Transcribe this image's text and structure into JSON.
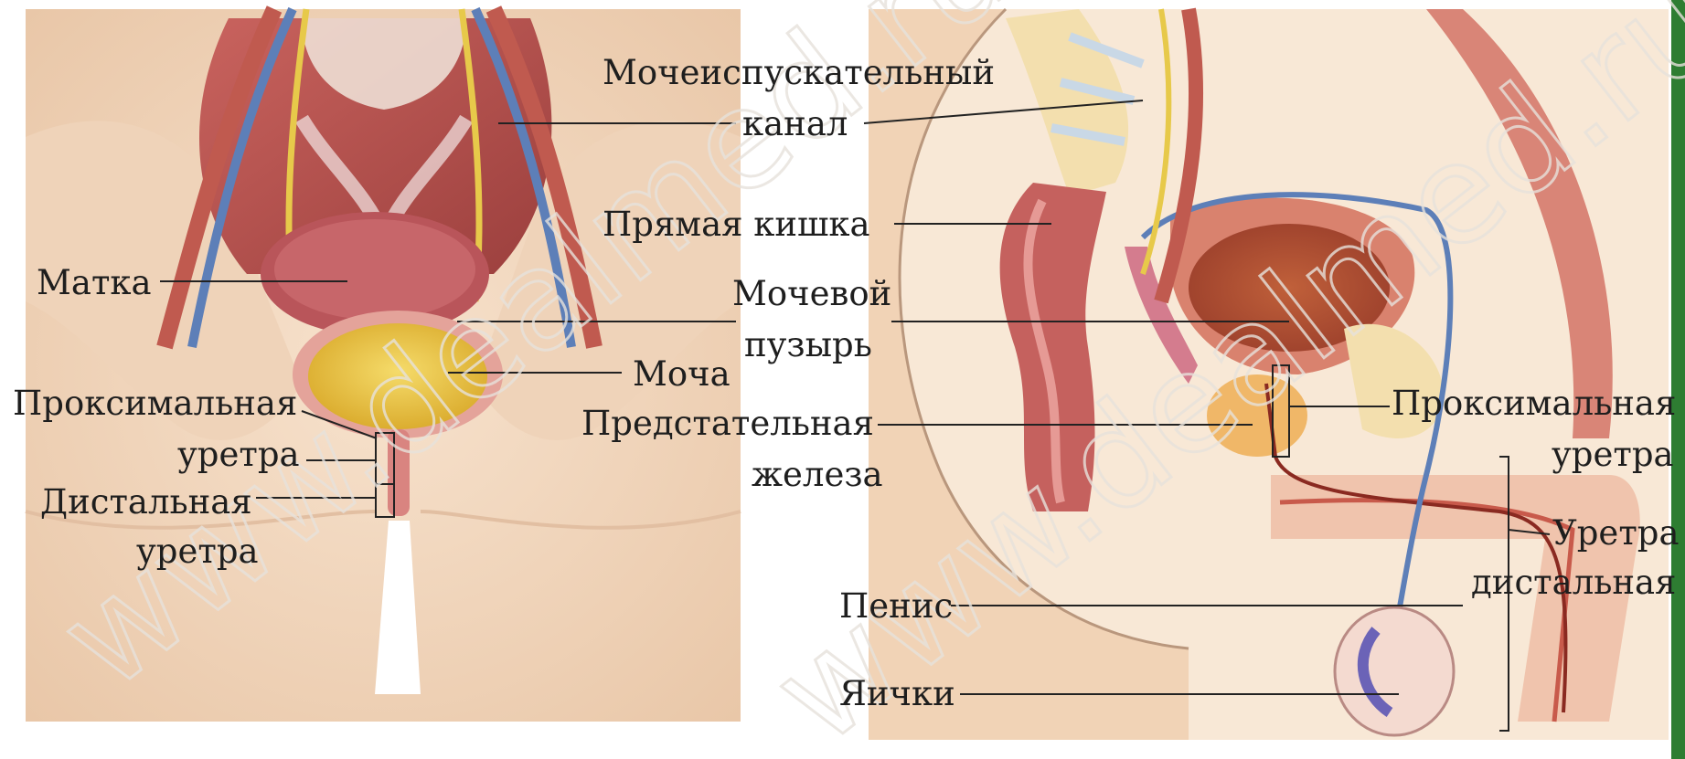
{
  "watermark": "www.dealmed.ru",
  "colors": {
    "skin": "#f3d9c1",
    "muscle": "#b8524f",
    "urine": "#e9c23a",
    "nerve": "#e7c94a",
    "vessel": "#5d7fb8",
    "prostate": "#f0b768",
    "frame_green": "#2e7d32"
  },
  "labels": {
    "urethra_canal_1": "Мочеиспускательный",
    "urethra_canal_2": "канал",
    "rectum": "Прямая кишка",
    "uterus": "Матка",
    "bladder_1": "Мочевой",
    "bladder_2": "пузырь",
    "urine": "Моча",
    "proximal_urethra_f_1": "Проксимальная",
    "proximal_urethra_f_2": "уретра",
    "prostate_1": "Предстательная",
    "prostate_2": "железа",
    "distal_urethra_f_1": "Дистальная",
    "distal_urethra_f_2": "уретра",
    "proximal_urethra_m_1": "Проксимальная",
    "proximal_urethra_m_2": "уретра",
    "urethra_m_1": "Уретра",
    "urethra_m_2": "дистальная",
    "penis": "Пенис",
    "testes": "Яички"
  }
}
